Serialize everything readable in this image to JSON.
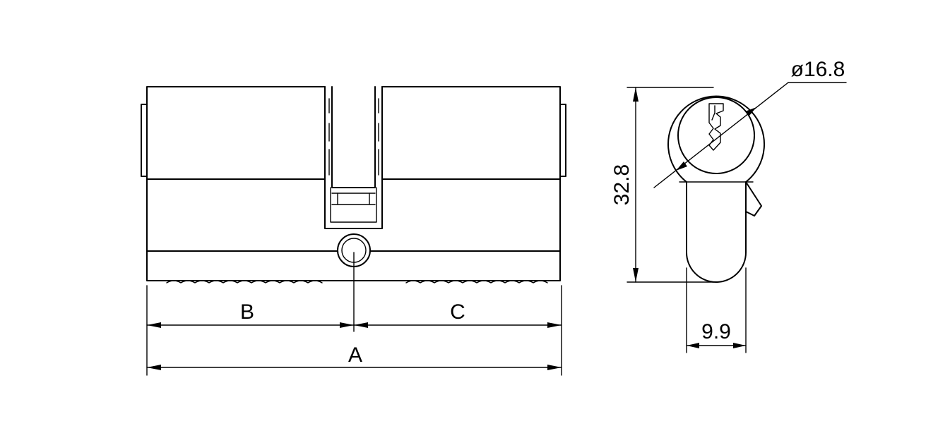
{
  "labels": {
    "diameter": "ø16.8",
    "height": "32.8",
    "width": "9.9",
    "dim_b": "B",
    "dim_c": "C",
    "dim_a": "A"
  },
  "colors": {
    "line": "#000000",
    "background": "#ffffff"
  }
}
